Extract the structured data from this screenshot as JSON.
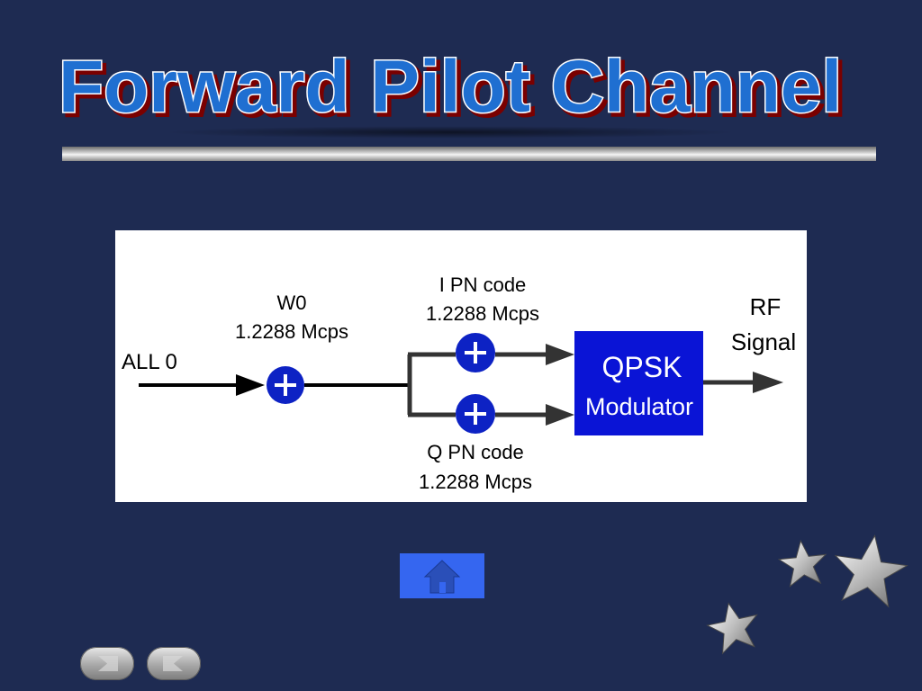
{
  "slide": {
    "title": "Forward Pilot Channel"
  },
  "diagram": {
    "input_label": "ALL 0",
    "walsh_code_label": "W0",
    "walsh_rate_label": "1.2288 Mcps",
    "i_code_label": "I PN code",
    "i_rate_label": "1.2288 Mcps",
    "q_code_label": "Q PN code",
    "q_rate_label": "1.2288 Mcps",
    "modulator_line1": "QPSK",
    "modulator_line2": "Modulator",
    "output_line1": "RF",
    "output_line2": "Signal"
  },
  "colors": {
    "background": "#1e2b52",
    "title_fill": "#1f6fd1",
    "modulator_fill": "#0a14d6",
    "adder_fill": "#0d22c4",
    "home_button": "#3566f0"
  },
  "nav": {
    "home_icon": "home-icon",
    "prev_icon": "prev-icon",
    "next_icon": "next-icon"
  }
}
